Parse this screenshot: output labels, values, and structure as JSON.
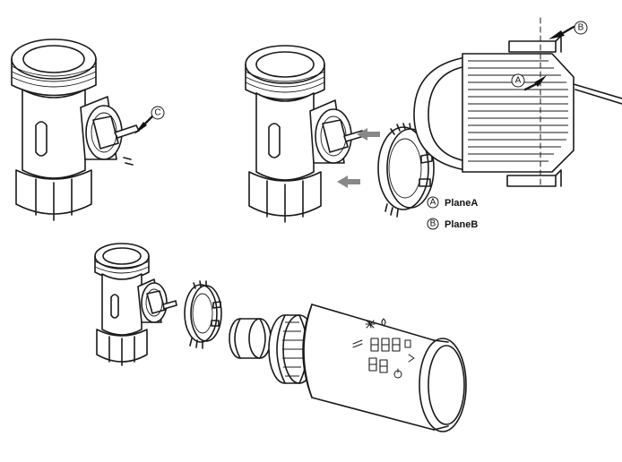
{
  "callouts": {
    "c": "C",
    "a": "A",
    "b": "B"
  },
  "legend": [
    {
      "letter": "A",
      "label": "PlaneA"
    },
    {
      "letter": "B",
      "label": "PlaneB"
    }
  ]
}
